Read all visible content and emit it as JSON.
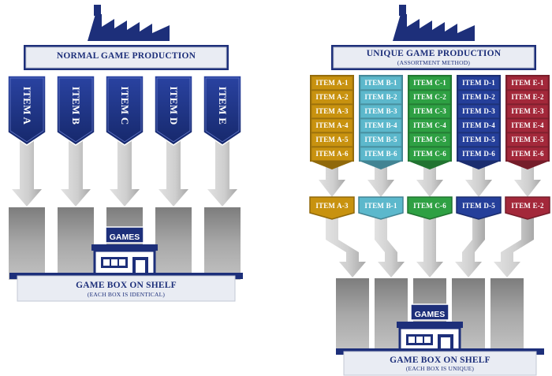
{
  "left": {
    "title": "NORMAL GAME PRODUCTION",
    "items": [
      "ITEM A",
      "ITEM B",
      "ITEM C",
      "ITEM D",
      "ITEM E"
    ],
    "store_sign": "GAMES",
    "shelf_title": "GAME BOX ON SHELF",
    "shelf_sub": "(EACH BOX IS IDENTICAL)"
  },
  "right": {
    "title": "UNIQUE GAME PRODUCTION",
    "subtitle": "(ASSORTMENT METHOD)",
    "columns": [
      {
        "items": [
          "ITEM A-1",
          "ITEM A-2",
          "ITEM A-3",
          "ITEM A-4",
          "ITEM A-5",
          "ITEM A-6"
        ],
        "selected": "ITEM A-3",
        "color": "#c8920f"
      },
      {
        "items": [
          "ITEM B-1",
          "ITEM B-2",
          "ITEM B-3",
          "ITEM B-4",
          "ITEM B-5",
          "ITEM B-6"
        ],
        "selected": "ITEM B-1",
        "color": "#5cb8cc"
      },
      {
        "items": [
          "ITEM C-1",
          "ITEM C-2",
          "ITEM C-3",
          "ITEM C-4",
          "ITEM C-5",
          "ITEM C-6"
        ],
        "selected": "ITEM C-6",
        "color": "#2ea043"
      },
      {
        "items": [
          "ITEM D-1",
          "ITEM D-2",
          "ITEM D-3",
          "ITEM D-4",
          "ITEM D-5",
          "ITEM D-6"
        ],
        "selected": "ITEM D-5",
        "color": "#253f9a"
      },
      {
        "items": [
          "ITEM E-1",
          "ITEM E-2",
          "ITEM E-3",
          "ITEM E-4",
          "ITEM E-5",
          "ITEM E-6"
        ],
        "selected": "ITEM E-2",
        "color": "#a3283a"
      }
    ],
    "store_sign": "GAMES",
    "shelf_title": "GAME BOX ON SHELF",
    "shelf_sub": "(EACH BOX IS UNIQUE)"
  },
  "colors": {
    "navy": "#1d2f7a",
    "banner_fill": "#e9ecf3",
    "arrow_light": "#d4d4d4",
    "arrow_dark": "#a9a9a9",
    "box_gray": "#9a9a9a"
  }
}
